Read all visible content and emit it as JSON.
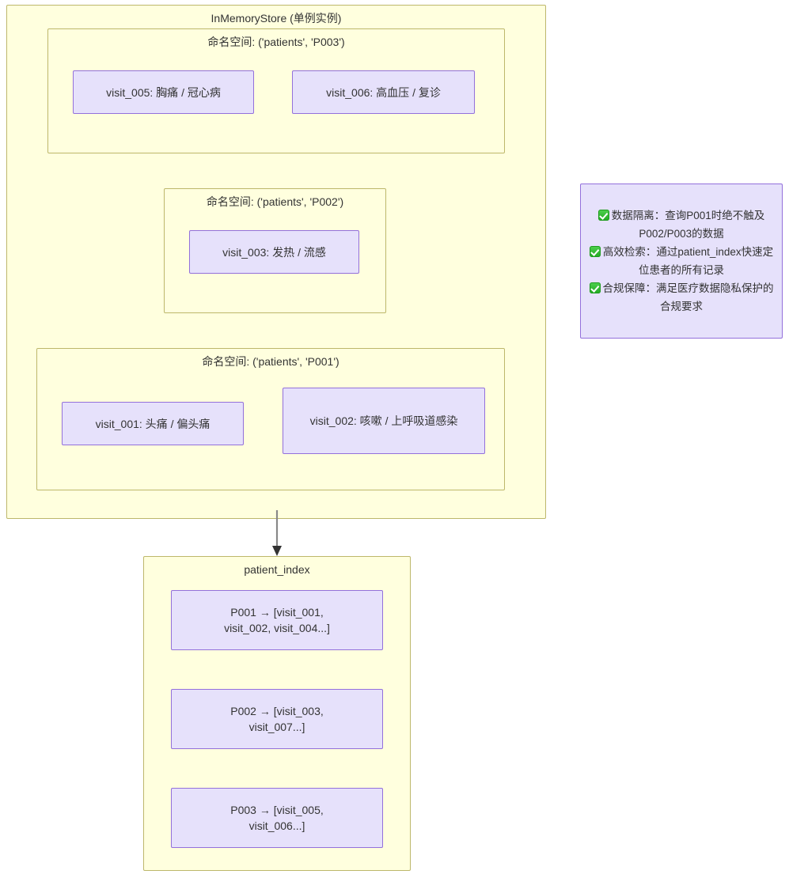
{
  "diagram": {
    "type": "flowchart",
    "store": {
      "title": "InMemoryStore (单例实例)",
      "namespaces": [
        {
          "title": "命名空间: ('patients', 'P003')",
          "visits": [
            {
              "label": "visit_005: 胸痛 / 冠心病"
            },
            {
              "label": "visit_006: 高血压 / 复诊"
            }
          ]
        },
        {
          "title": "命名空间: ('patients', 'P002')",
          "visits": [
            {
              "label": "visit_003: 发热 / 流感"
            }
          ]
        },
        {
          "title": "命名空间: ('patients', 'P001')",
          "visits": [
            {
              "label": "visit_001: 头痛 / 偏头痛"
            },
            {
              "label": "visit_002: 咳嗽 / 上呼吸道感染"
            }
          ]
        }
      ]
    },
    "index": {
      "title": "patient_index",
      "entries": [
        {
          "label": "P001 → [visit_001, visit_002, visit_004...]"
        },
        {
          "label": "P002 → [visit_003, visit_007...]"
        },
        {
          "label": "P003 → [visit_005, visit_006...]"
        }
      ]
    },
    "note": {
      "lines": [
        {
          "icon": "check-icon",
          "text": "数据隔离：查询P001时绝不触及P002/P003的数据"
        },
        {
          "icon": "check-icon",
          "text": "高效检索：通过patient_index快速定位患者的所有记录"
        },
        {
          "icon": "check-icon",
          "text": "合规保障：满足医疗数据隐私保护的合规要求"
        }
      ]
    },
    "edge": {
      "name": "store-to-index-arrow"
    },
    "colors": {
      "cluster_fill": "#ffffde",
      "cluster_stroke": "#bdb76b",
      "node_fill": "#e6e1fb",
      "node_stroke": "#9370db",
      "arrow_stroke": "#888888",
      "text": "#333333",
      "check_green": "#22a822"
    }
  }
}
